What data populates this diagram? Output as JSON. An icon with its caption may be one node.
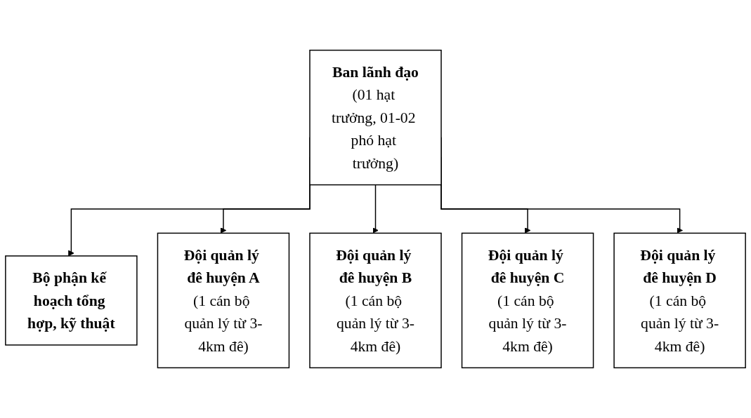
{
  "diagram": {
    "nodes": [
      {
        "text": [
          "Ban lãnh đạo",
          "(01 hạt trưởng, 01-02 phó hạt trưởng)"
        ]
      },
      {
        "text": [
          "Bộ phận kế hoạch tổng hợp, kỹ thuật"
        ]
      },
      {
        "text": [
          "Đội quản lý đê huyện A",
          "(1 cán bộ quản lý từ 3-4km đê)"
        ]
      },
      {
        "text": [
          "Đội quản lý đê huyện B",
          "(1 cán bộ quản lý từ 3-4km đê)"
        ]
      },
      {
        "text": [
          "Đội quản lý đê huyện C",
          "(1 cán bộ quản lý từ 3-4km đê)"
        ]
      },
      {
        "text": [
          "Đội quản lý đê huyện D",
          "(1 cán bộ quản lý từ 3-4km đê)"
        ]
      }
    ],
    "edges": [
      {
        "from": 0,
        "to": 1,
        "arrow": "to"
      },
      {
        "from": 0,
        "to": 2,
        "arrow": "to"
      },
      {
        "from": 0,
        "to": 3,
        "arrow": "to"
      },
      {
        "from": 0,
        "to": 4,
        "arrow": "to"
      },
      {
        "from": 0,
        "to": 5,
        "arrow": "to"
      }
    ]
  }
}
